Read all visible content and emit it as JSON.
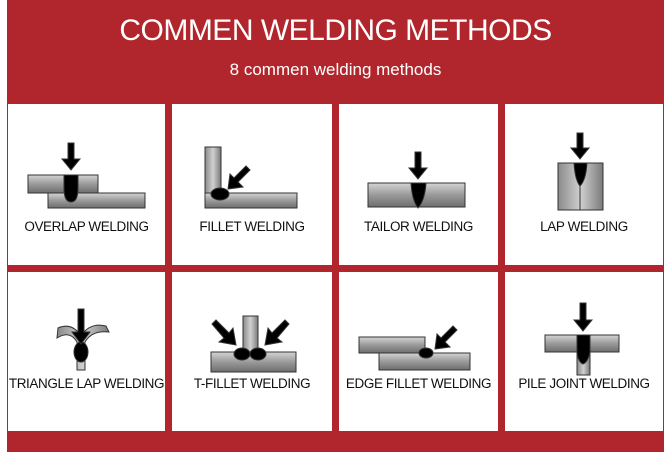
{
  "header": {
    "title": "COMMEN WELDING METHODS",
    "subtitle": "8 commen welding methods"
  },
  "methods": [
    {
      "label": "OVERLAP WELDING"
    },
    {
      "label": "FILLET WELDING"
    },
    {
      "label": "TAILOR WELDING"
    },
    {
      "label": "LAP WELDING"
    },
    {
      "label": "TRIANGLE LAP WELDING"
    },
    {
      "label": "T-FILLET WELDING"
    },
    {
      "label": "EDGE FILLET WELDING"
    },
    {
      "label": "PILE JOINT WELDING"
    }
  ],
  "colors": {
    "brand_red": "#b1262c",
    "cell_bg": "#ffffff",
    "weld": "#000000"
  }
}
